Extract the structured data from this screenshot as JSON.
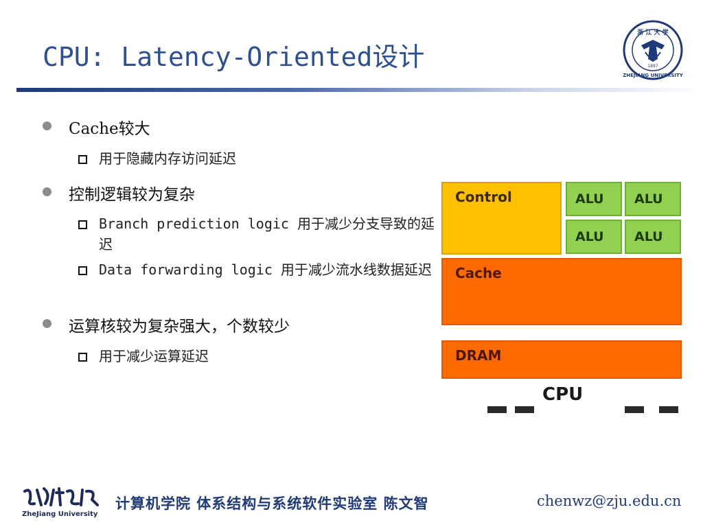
{
  "slide": {
    "title": "CPU: Latency-Oriented设计"
  },
  "logo": {
    "icon": "zju-seal-icon",
    "seal_text": "ZHEJIANG UNIVERSITY",
    "year": "1897"
  },
  "bullets": [
    {
      "text": "Cache较大",
      "subs": [
        "用于隐藏内存访问延迟"
      ]
    },
    {
      "text": "控制逻辑较为复杂",
      "subs": [
        "Branch prediction logic 用于减少分支导致的延迟",
        "Data forwarding logic 用于减少流水线数据延迟"
      ]
    },
    {
      "text": "运算核较为复杂强大，个数较少",
      "subs": [
        "用于减少运算延迟"
      ]
    }
  ],
  "diagram": {
    "control_label": "Control",
    "alu_labels": [
      "ALU",
      "ALU",
      "ALU",
      "ALU"
    ],
    "cache_label": "Cache",
    "dram_label": "DRAM",
    "cpu_label": "CPU",
    "colors": {
      "control": "#ffc000",
      "alu": "#92d050",
      "cache": "#ff6a00",
      "dram": "#ff6a00"
    }
  },
  "footer": {
    "logo_text": "ZheJiang University",
    "department": "计算机学院 体系结构与系统软件实验室 陈文智",
    "email": "chenwz@zju.edu.cn"
  }
}
